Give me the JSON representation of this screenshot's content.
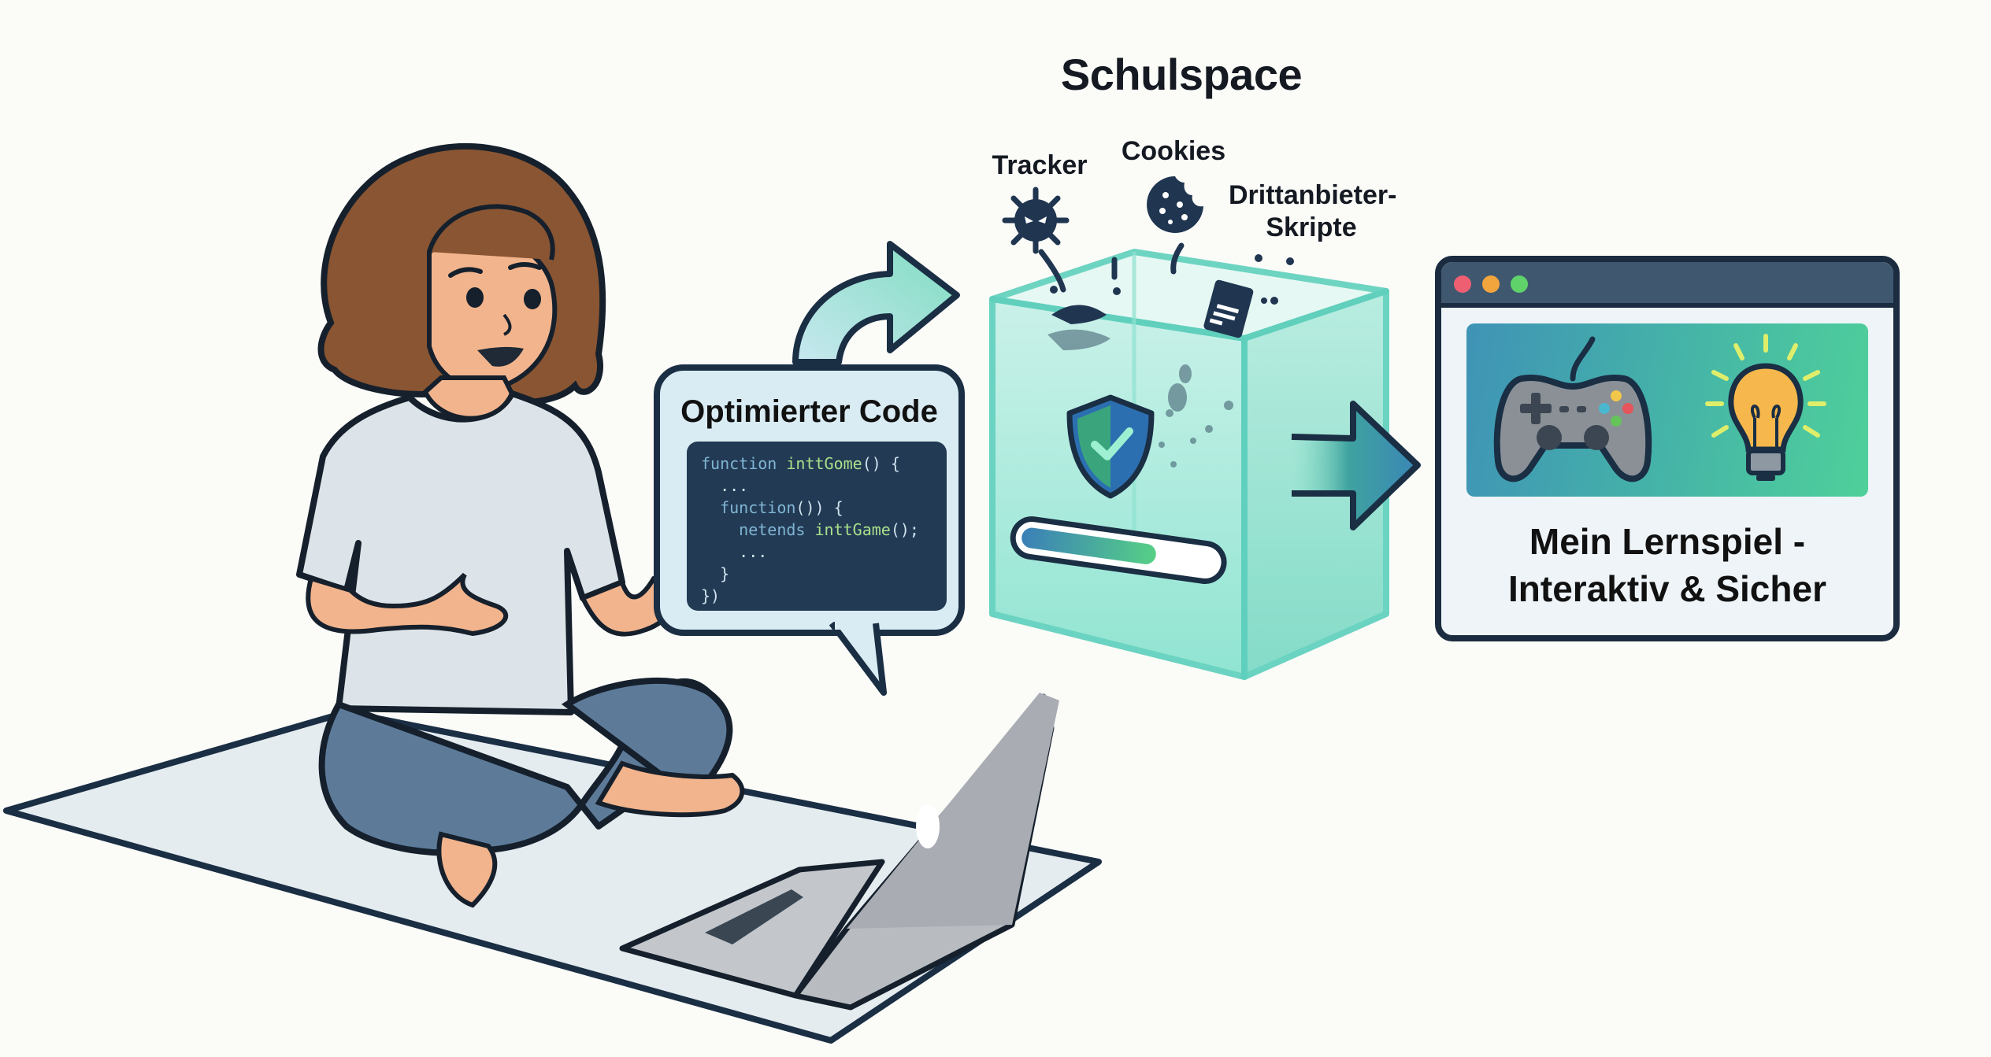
{
  "title": "Schulspace",
  "threats": {
    "tracker": "Tracker",
    "cookies": "Cookies",
    "third_party_line1": "Drittanbieter-",
    "third_party_line2": "Skripte"
  },
  "speech_bubble": {
    "title": "Optimierter Code",
    "code_lines": [
      {
        "indent": 0,
        "parts": [
          {
            "t": "function ",
            "c": "kw"
          },
          {
            "t": "inttGome",
            "c": "fn"
          },
          {
            "t": "() {",
            "c": ""
          }
        ]
      },
      {
        "indent": 1,
        "parts": [
          {
            "t": "...",
            "c": ""
          }
        ]
      },
      {
        "indent": 1,
        "parts": [
          {
            "t": "function",
            "c": "kw"
          },
          {
            "t": "()) {",
            "c": ""
          }
        ]
      },
      {
        "indent": 2,
        "parts": [
          {
            "t": "netends ",
            "c": "kw"
          },
          {
            "t": "inttGame",
            "c": "fn"
          },
          {
            "t": "();",
            "c": ""
          }
        ]
      },
      {
        "indent": 2,
        "parts": [
          {
            "t": "...",
            "c": ""
          }
        ]
      },
      {
        "indent": 1,
        "parts": [
          {
            "t": "}",
            "c": ""
          }
        ]
      },
      {
        "indent": 0,
        "parts": [
          {
            "t": "})",
            "c": ""
          }
        ]
      }
    ]
  },
  "sandbox": {
    "shield_icon": "shield-check-icon",
    "progress_percent": 70
  },
  "browser": {
    "traffic_lights": [
      "#ef5f72",
      "#f2a53d",
      "#5fd36a"
    ],
    "hero_icons": [
      "gamepad-icon",
      "lightbulb-icon"
    ],
    "caption_line1": "Mein Lernspiel -",
    "caption_line2": "Interaktiv & Sicher"
  },
  "colors": {
    "outline": "#1a2e44",
    "sandbox_teal": "#7fe0cf",
    "accent_blue": "#3a8fb3",
    "accent_green": "#4fd09a",
    "background": "#fbfbf8"
  }
}
